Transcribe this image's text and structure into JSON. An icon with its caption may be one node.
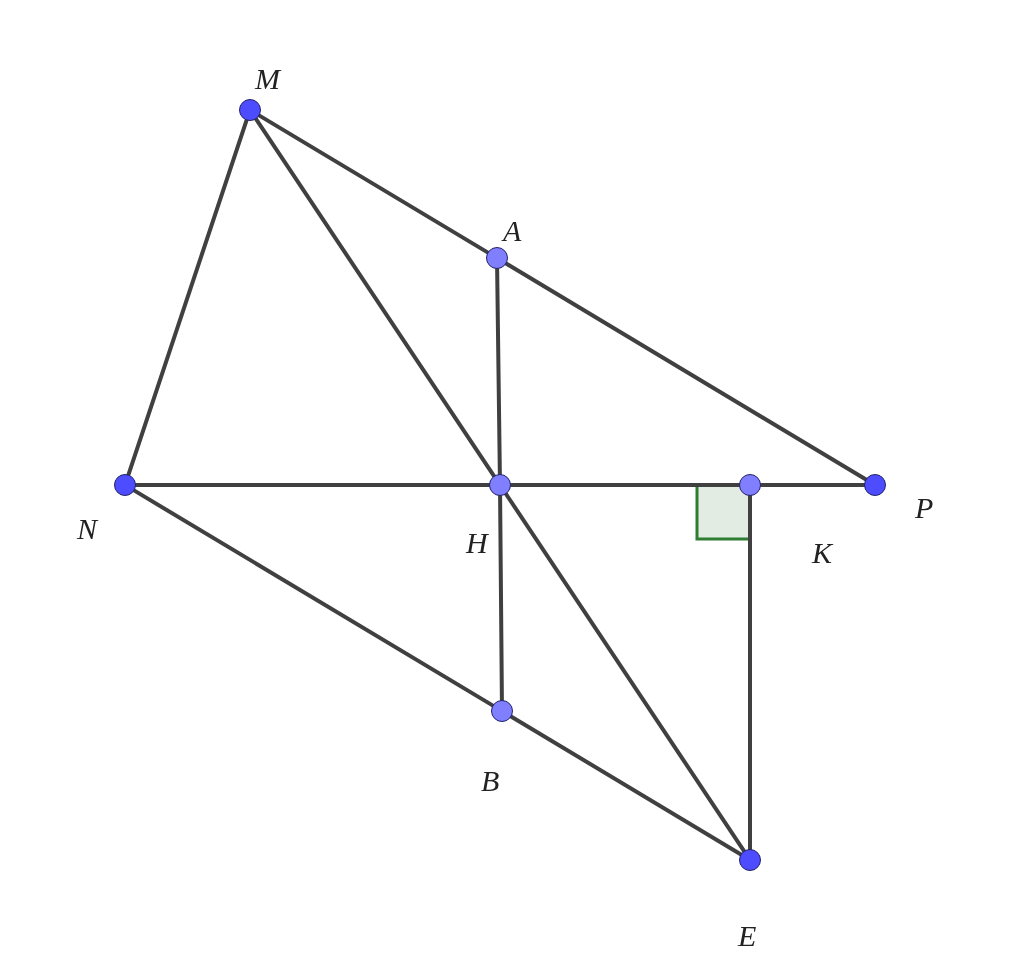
{
  "diagram": {
    "nodes": [
      {
        "text": [
          "M"
        ]
      },
      {
        "text": [
          "A"
        ]
      },
      {
        "text": [
          "N"
        ]
      },
      {
        "text": [
          "H"
        ]
      },
      {
        "text": [
          "K"
        ]
      },
      {
        "text": [
          "P"
        ]
      },
      {
        "text": [
          "B"
        ]
      },
      {
        "text": [
          "E"
        ]
      }
    ],
    "edges": [
      {
        "from": 0,
        "to": 2,
        "arrow": "none"
      },
      {
        "from": 0,
        "to": 1,
        "arrow": "none"
      },
      {
        "from": 1,
        "to": 5,
        "arrow": "none"
      },
      {
        "from": 0,
        "to": 3,
        "arrow": "none"
      },
      {
        "from": 3,
        "to": 7,
        "arrow": "none"
      },
      {
        "from": 1,
        "to": 3,
        "arrow": "none"
      },
      {
        "from": 3,
        "to": 6,
        "arrow": "none"
      },
      {
        "from": 2,
        "to": 3,
        "arrow": "none"
      },
      {
        "from": 3,
        "to": 4,
        "arrow": "none"
      },
      {
        "from": 4,
        "to": 5,
        "arrow": "none"
      },
      {
        "from": 2,
        "to": 6,
        "arrow": "none"
      },
      {
        "from": 6,
        "to": 7,
        "arrow": "none"
      },
      {
        "from": 4,
        "to": 7,
        "arrow": "none"
      }
    ]
  }
}
